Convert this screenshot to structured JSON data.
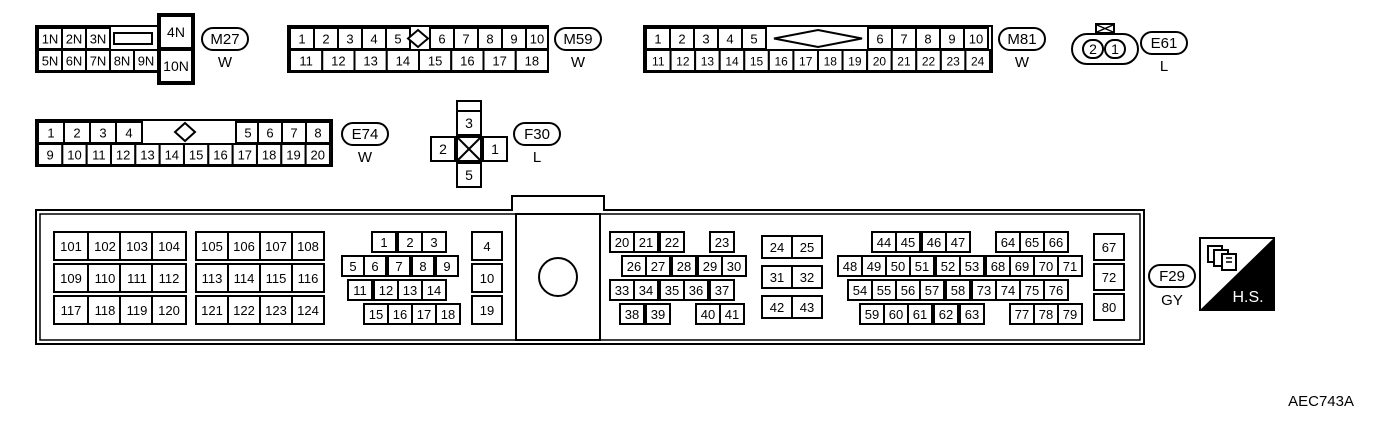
{
  "connectors": {
    "m27": {
      "code": "M27",
      "color": "W",
      "top": [
        "1N",
        "2N",
        "3N"
      ],
      "bottom": [
        "5N",
        "6N",
        "7N",
        "8N",
        "9N"
      ],
      "tall_top": "4N",
      "tall_bottom": "10N"
    },
    "m59": {
      "code": "M59",
      "color": "W",
      "top": [
        "1",
        "2",
        "3",
        "4",
        "5",
        "6",
        "7",
        "8",
        "9",
        "10"
      ],
      "bottom": [
        "11",
        "12",
        "13",
        "14",
        "15",
        "16",
        "17",
        "18"
      ]
    },
    "m81": {
      "code": "M81",
      "color": "W",
      "top": [
        "1",
        "2",
        "3",
        "4",
        "5",
        "6",
        "7",
        "8",
        "9",
        "10"
      ],
      "bottom": [
        "11",
        "12",
        "13",
        "14",
        "15",
        "16",
        "17",
        "18",
        "19",
        "20",
        "21",
        "22",
        "23",
        "24"
      ]
    },
    "e61": {
      "code": "E61",
      "color": "L",
      "pins": [
        "2",
        "1"
      ]
    },
    "e74": {
      "code": "E74",
      "color": "W",
      "top": [
        "1",
        "2",
        "3",
        "4",
        "5",
        "6",
        "7",
        "8"
      ],
      "bottom": [
        "9",
        "10",
        "11",
        "12",
        "13",
        "14",
        "15",
        "16",
        "17",
        "18",
        "19",
        "20"
      ]
    },
    "f30": {
      "code": "F30",
      "color": "L",
      "pins": [
        "3",
        "2",
        "1",
        "5"
      ]
    },
    "f29": {
      "code": "F29",
      "color": "GY",
      "blocks": [
        [
          "101",
          "102",
          "103",
          "104"
        ],
        [
          "109",
          "110",
          "111",
          "112"
        ],
        [
          "117",
          "118",
          "119",
          "120"
        ],
        [
          "105",
          "106",
          "107",
          "108"
        ],
        [
          "113",
          "114",
          "115",
          "116"
        ],
        [
          "121",
          "122",
          "123",
          "124"
        ],
        [
          "1",
          "2",
          "3"
        ],
        [
          "5",
          "6",
          "7",
          "8",
          "9"
        ],
        [
          "11",
          "12",
          "13",
          "14"
        ],
        [
          "15",
          "16",
          "17",
          "18"
        ],
        [
          "4",
          "10",
          "19"
        ],
        [
          "20",
          "21",
          "22",
          "23"
        ],
        [
          "26",
          "27",
          "28",
          "29",
          "30"
        ],
        [
          "33",
          "34",
          "35",
          "36",
          "37"
        ],
        [
          "38",
          "39",
          "40",
          "41"
        ],
        [
          "24",
          "25"
        ],
        [
          "31",
          "32"
        ],
        [
          "42",
          "43"
        ],
        [
          "44",
          "45",
          "46",
          "47",
          "64",
          "65",
          "66"
        ],
        [
          "48",
          "49",
          "50",
          "51",
          "52",
          "53",
          "68",
          "69",
          "70",
          "71"
        ],
        [
          "54",
          "55",
          "56",
          "57",
          "58",
          "73",
          "74",
          "75",
          "76"
        ],
        [
          "59",
          "60",
          "61",
          "62",
          "63",
          "77",
          "78",
          "79"
        ],
        [
          "67",
          "72",
          "80"
        ]
      ]
    }
  },
  "hs_badge": {
    "label": "H.S.",
    "icon": "harness-icon"
  },
  "figure_id": "AEC743A"
}
